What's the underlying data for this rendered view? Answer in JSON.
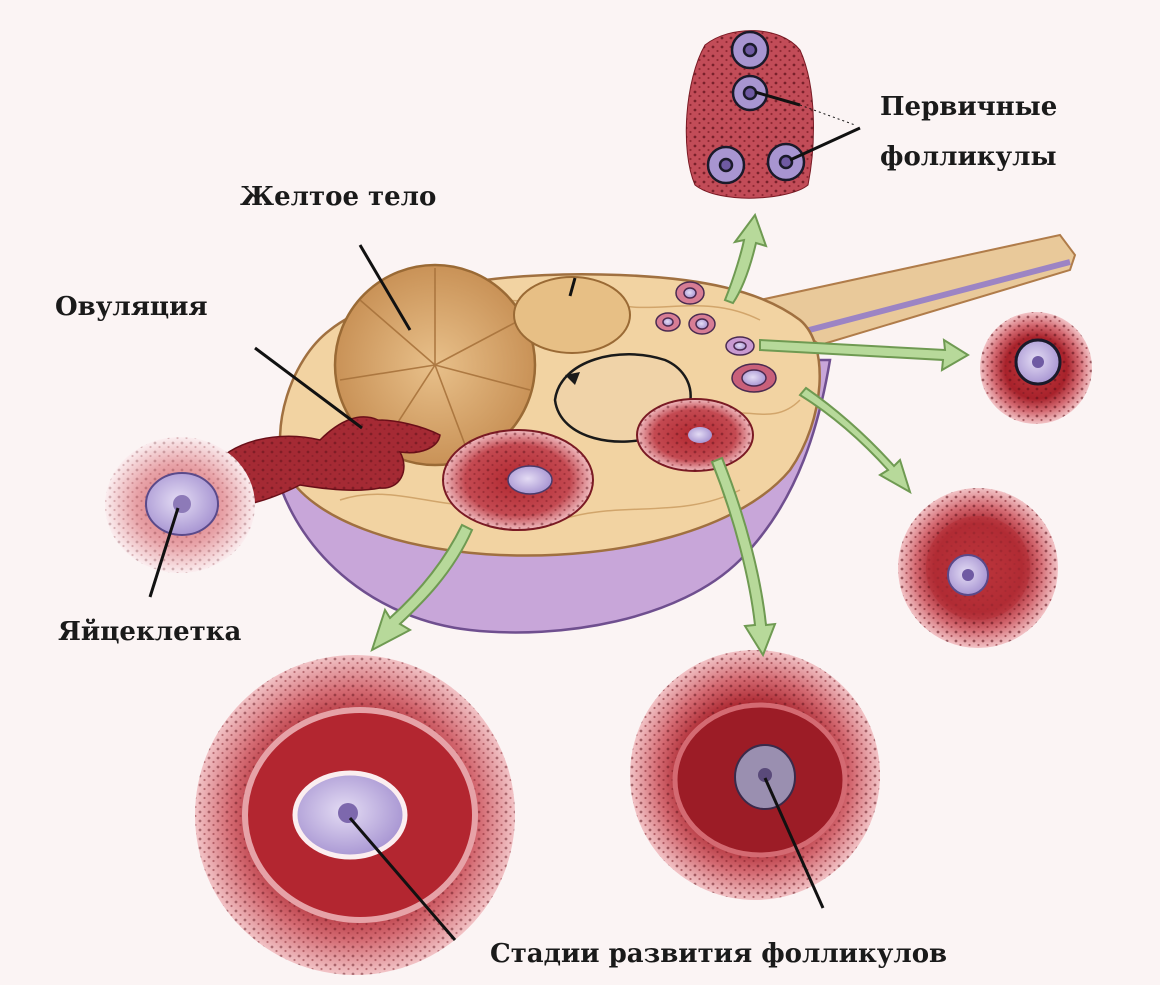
{
  "labels": {
    "primary_follicles_line1": "Первичные",
    "primary_follicles_line2": "фолликулы",
    "corpus_luteum": "Желтое тело",
    "ovulation": "Овуляция",
    "egg_cell": "Яйцеклетка",
    "follicle_stages": "Стадии развития фолликулов"
  },
  "colors": {
    "background": "#fbf4f4",
    "stroma": "#f2d3a2",
    "ovary_capsule": "#c8a6d9",
    "follicle_red": "#b5282f",
    "follicle_pink": "#e9a0a6",
    "oocyte": "#c9bde6",
    "arrow_green": "#b7d99a",
    "corpus_luteum": "#d9a96a"
  }
}
